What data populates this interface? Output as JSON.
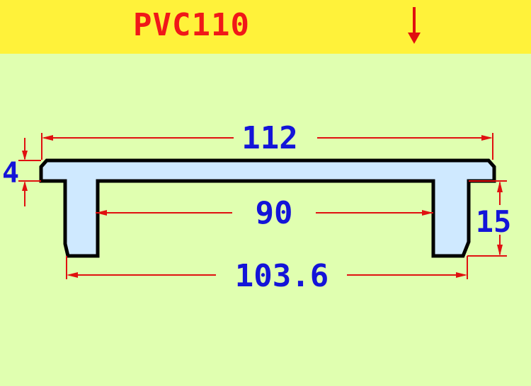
{
  "header": {
    "title": "PVC110",
    "arrow_icon": "down-arrow-icon"
  },
  "dimensions": {
    "overall_width": "112",
    "inner_width": "90",
    "leg_outer_width": "103.6",
    "top_thickness": "4",
    "leg_height": "15"
  },
  "colors": {
    "background": "#e0ffb0",
    "header_background": "#fff23a",
    "title": "#f01818",
    "profile_fill": "#cfe9ff",
    "profile_outline": "#000000",
    "dimension_lines": "#e01010",
    "dimension_text": "#1414d8"
  }
}
